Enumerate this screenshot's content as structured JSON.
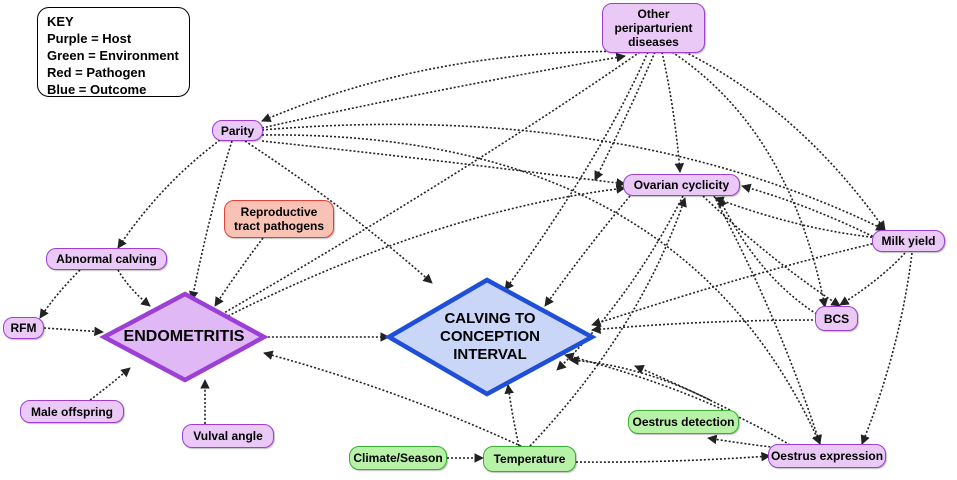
{
  "key": {
    "title": "KEY",
    "purple": "Purple = Host",
    "green": "Green = Environment",
    "red": "Red = Pathogen",
    "blue": "Blue = Outcome"
  },
  "colors": {
    "host_fill": "#eac9f7",
    "host_border": "#9b3fd6",
    "environment_fill": "#b8f2a8",
    "environment_border": "#37b032",
    "pathogen_fill": "#f8c2b5",
    "pathogen_border": "#e5403a",
    "outcome_fill": "#c9d6f7",
    "outcome_border": "#1f4fd8"
  },
  "nodes": {
    "other_diseases_line1": "Other",
    "other_diseases_line2": "periparturient",
    "other_diseases_line3": "diseases",
    "parity": "Parity",
    "ovarian_cyclicity": "Ovarian cyclicity",
    "repro_pathogens_line1": "Reproductive",
    "repro_pathogens_line2": "tract pathogens",
    "abnormal_calving": "Abnormal calving",
    "milk_yield": "Milk yield",
    "rfm": "RFM",
    "endometritis": "ENDOMETRITIS",
    "cci_line1": "CALVING TO",
    "cci_line2": "CONCEPTION",
    "cci_line3": "INTERVAL",
    "bcs": "BCS",
    "male_offspring": "Male offspring",
    "vulval_angle": "Vulval angle",
    "oestrus_detection": "Oestrus detection",
    "climate_season": "Climate/Season",
    "temperature": "Temperature",
    "oestrus_expression": "Oestrus expression"
  }
}
